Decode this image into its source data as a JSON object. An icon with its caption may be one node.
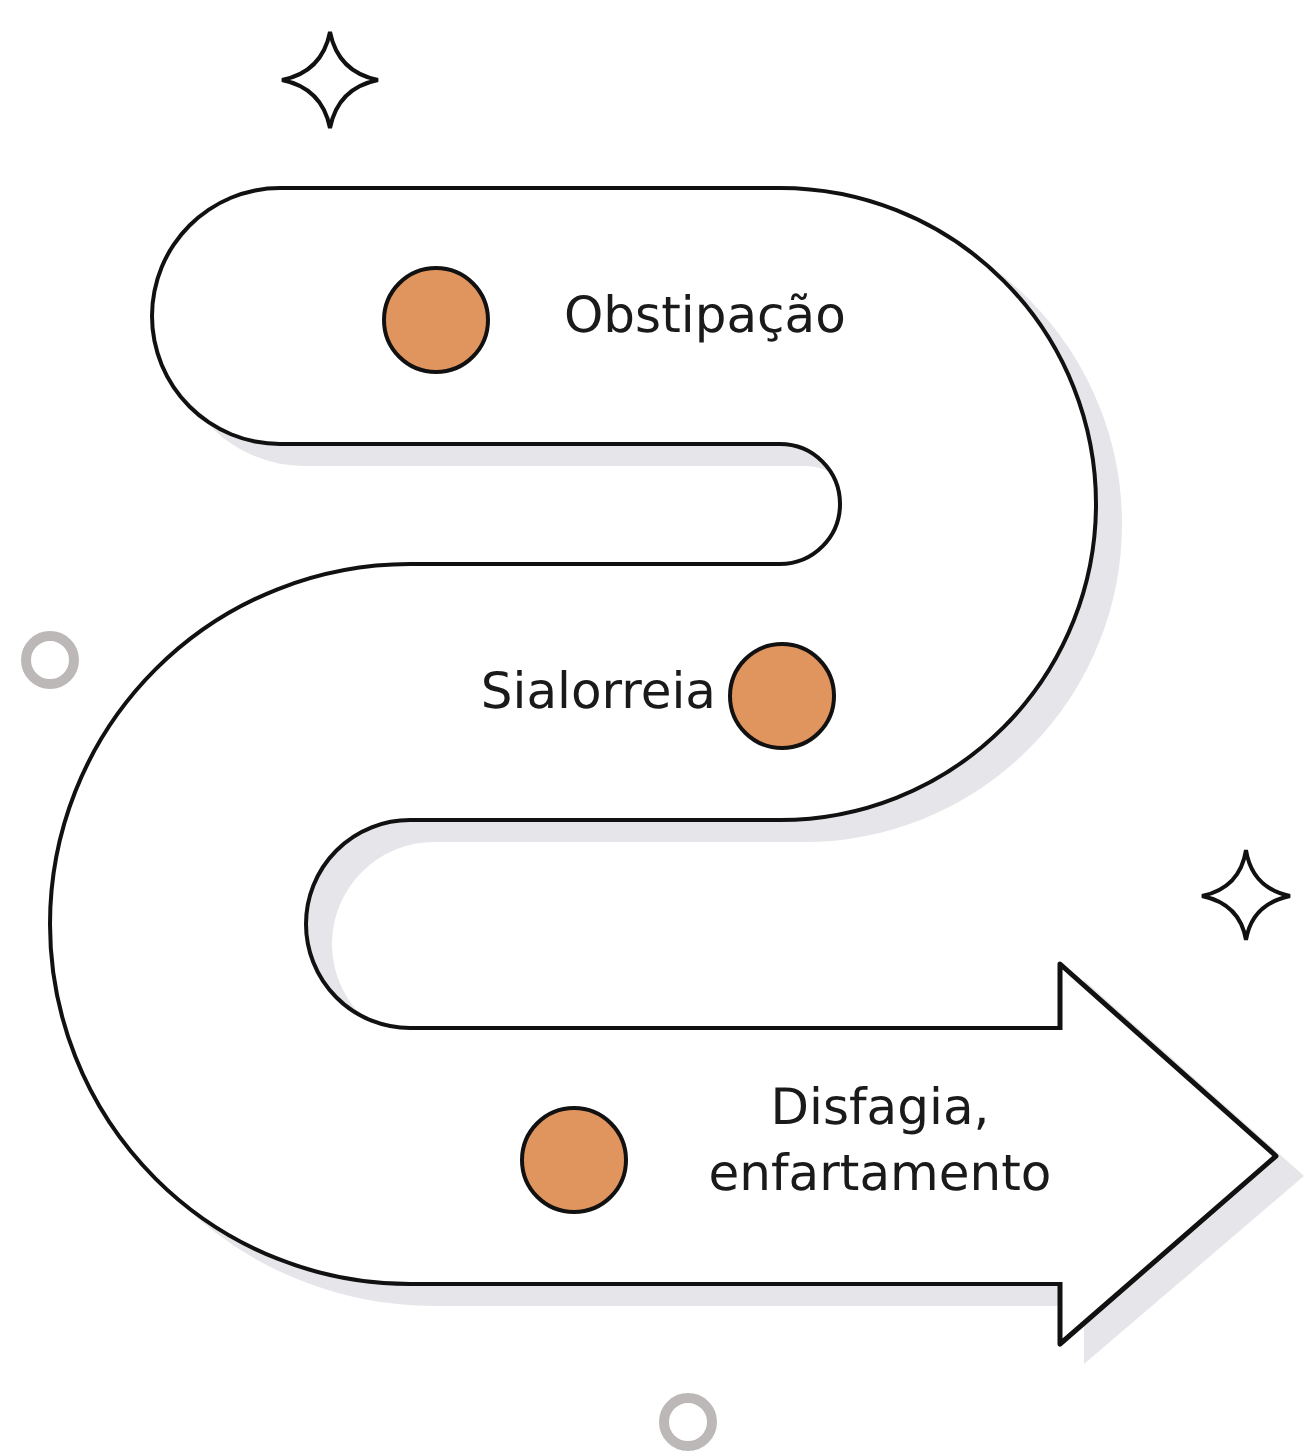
{
  "diagram": {
    "nodes": [
      {
        "text": [],
        "shape": "circle",
        "beside": [
          "Obstipação"
        ]
      },
      {
        "text": [],
        "shape": "circle",
        "beside": [
          "Sialorreia"
        ]
      },
      {
        "text": [],
        "shape": "circle",
        "beside": [
          "Disfagia, enfartamento"
        ]
      }
    ]
  }
}
